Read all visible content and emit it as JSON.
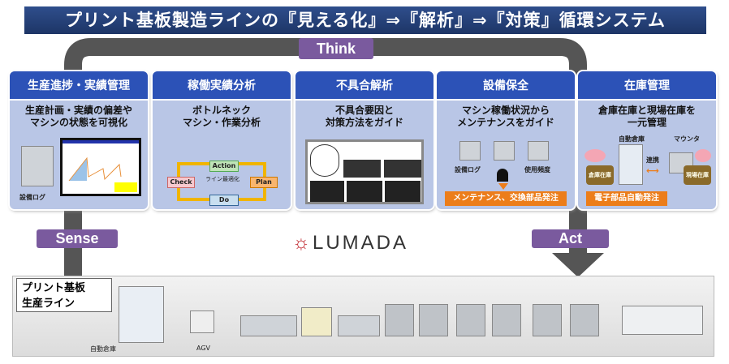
{
  "title": "プリント基板製造ラインの『見える化』⇒『解析』⇒『対策』循環システム",
  "loop_labels": {
    "think": "Think",
    "sense": "Sense",
    "act": "Act"
  },
  "logo": "LUMADA",
  "cards": [
    {
      "header": "生産進捗・実績管理",
      "subtitle": [
        "生産計画・実績の偏差や",
        "マシンの状態を可視化"
      ],
      "labels": [
        "設備ログ"
      ]
    },
    {
      "header": "稼働実績分析",
      "subtitle": [
        "ボトルネック",
        "マシン・作業分析"
      ],
      "pdca": {
        "action": "Action",
        "check": "Check",
        "plan": "Plan",
        "do": "Do",
        "center": "ライン最適化"
      }
    },
    {
      "header": "不具合解析",
      "subtitle": [
        "不具合要因と",
        "対策方法をガイド"
      ]
    },
    {
      "header": "設備保全",
      "subtitle": [
        "マシン稼働状況から",
        "メンテナンスをガイド"
      ],
      "labels": [
        "設備ログ",
        "使用頻度"
      ],
      "action": "メンテナンス、交換部品発注"
    },
    {
      "header": "在庫管理",
      "subtitle": [
        "倉庫在庫と現場在庫を",
        "一元管理"
      ],
      "labels": [
        "自動倉庫",
        "マウンタ",
        "連携",
        "倉庫在庫",
        "現場在庫"
      ],
      "action": "電子部品自動発注"
    }
  ],
  "line": {
    "label": [
      "プリント基板",
      "生産ライン"
    ],
    "items": [
      "自動倉庫",
      "AGV"
    ]
  },
  "colors": {
    "header": "#2c52b7",
    "card": "#b9c6e6",
    "pill": "#7a5a9e",
    "arrow": "#555555",
    "orange": "#ec7d1a"
  }
}
